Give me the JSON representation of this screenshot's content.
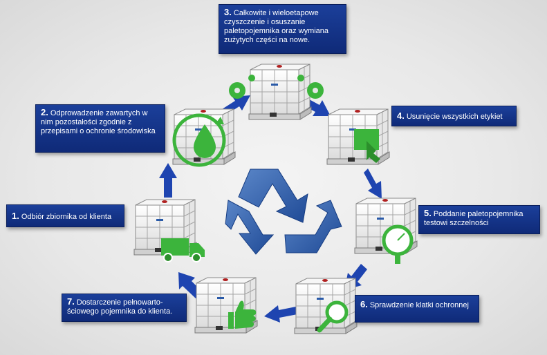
{
  "steps": [
    {
      "num": "1.",
      "text": "Odbiór zbiornika od klienta"
    },
    {
      "num": "2.",
      "text": "Odprowadzenie zawartych w nim pozostałości zgodnie z przepisami o ochronie środowiska"
    },
    {
      "num": "3.",
      "text": "Całkowite i wieloetapowe czyszczenie i osuszanie paletopojemnika oraz wymiana zużytych części na nowe."
    },
    {
      "num": "4.",
      "text": "Usunięcie wszystkich etykiet"
    },
    {
      "num": "5.",
      "text": "Poddanie paletopojemnika testowi szczelności"
    },
    {
      "num": "6.",
      "text": "Sprawdzenie klatki ochronnej"
    },
    {
      "num": "7.",
      "text": "Dostarczenie pełnowarto-ściowego pojemnika do klienta."
    }
  ],
  "icons": [
    "truck-icon",
    "water-drop-icon",
    "gears-icon",
    "label-icon",
    "pressure-gauge-icon",
    "magnifier-icon",
    "thumbs-up-icon",
    "recycle-icon"
  ],
  "colors": {
    "box": "#1b3f9a",
    "arrow": "#1e44b0",
    "icon": "#3cb43c",
    "recycle": "#2a5aa8"
  }
}
